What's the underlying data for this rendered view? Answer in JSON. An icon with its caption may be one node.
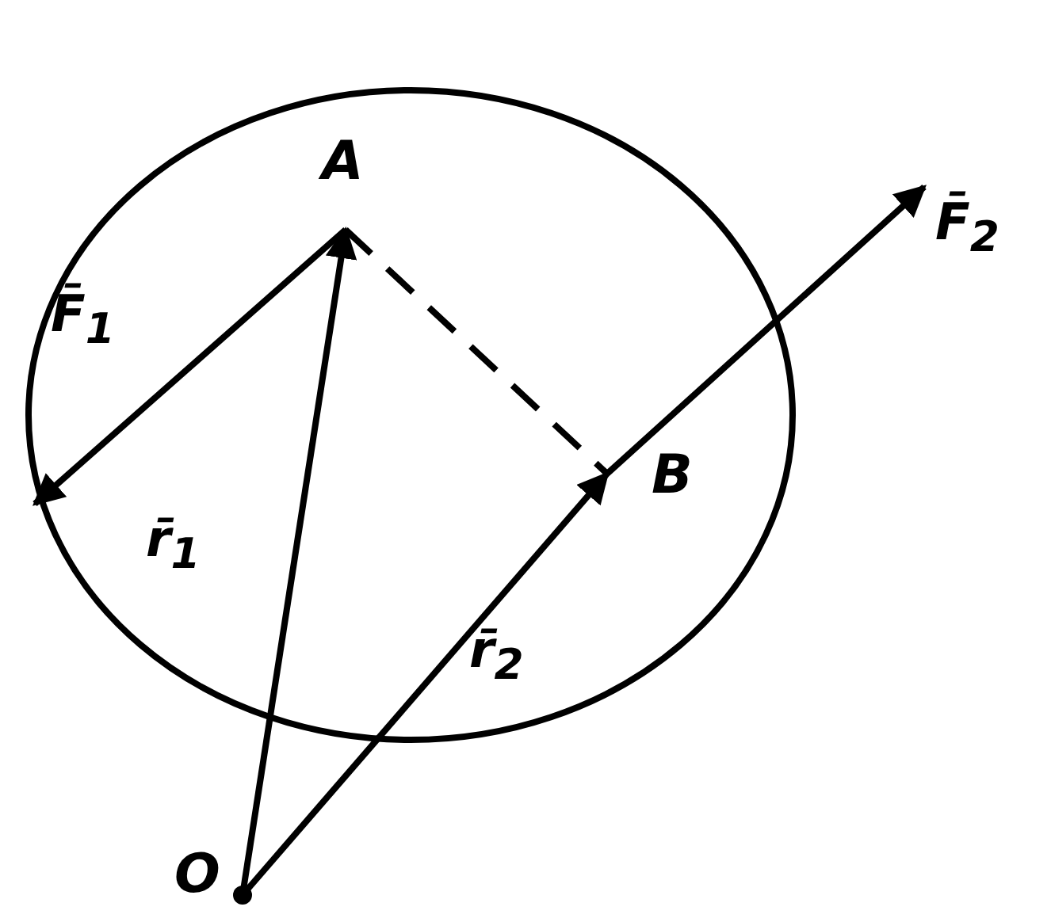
{
  "diagram": {
    "nodes": [
      {
        "text": [
          "A"
        ]
      },
      {
        "text": [
          "B"
        ]
      },
      {
        "text": [
          "O"
        ]
      }
    ],
    "edges": [
      {
        "from": 2,
        "to": 0,
        "arrow": "to",
        "label": "r̄$_{1}$"
      },
      {
        "from": 2,
        "to": 1,
        "arrow": "to",
        "label": "r̄$_{2}$"
      },
      {
        "from": 0,
        "to": null,
        "arrow": "to",
        "label": "F̄$_{1}$"
      },
      {
        "from": 1,
        "to": null,
        "arrow": "to",
        "label": "F̄$_{2}$"
      },
      {
        "from": 0,
        "to": 1,
        "arrow": "none",
        "style": "dashed"
      }
    ]
  }
}
